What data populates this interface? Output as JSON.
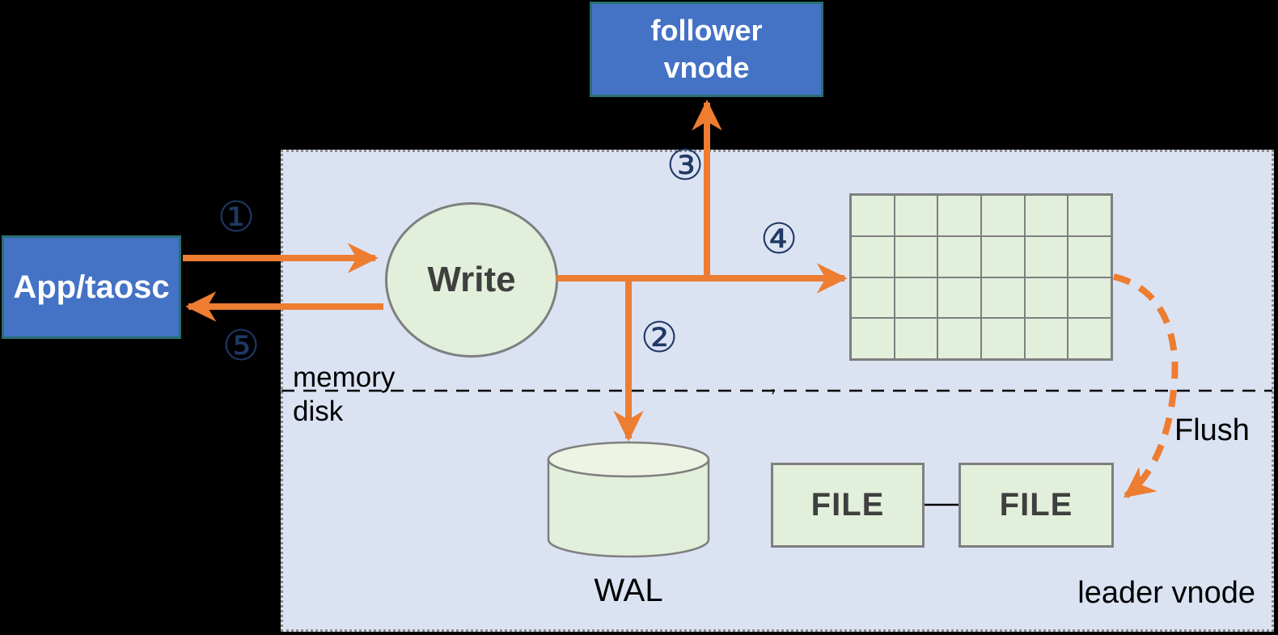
{
  "colors": {
    "background": "#000000",
    "container_fill": "#DBE3F3",
    "container_border": "#8C8C8C",
    "node_blue_fill": "#4472C4",
    "node_blue_border": "#2A6F74",
    "node_green_fill": "#E2EFDA",
    "node_green_border": "#7F7F7F",
    "arrow_orange": "#ED7D31",
    "step_number_navy": "#1F3864",
    "node_text_dark": "#3F3F3F"
  },
  "nodes": {
    "app": {
      "label": "App/taosc"
    },
    "follower_vnode": {
      "label": "follower\nvnode"
    },
    "write": {
      "label": "Write"
    },
    "wal": {
      "label": "WAL"
    },
    "file_left": {
      "label": "FILE"
    },
    "file_right": {
      "label": "FILE"
    }
  },
  "labels": {
    "memory": "memory",
    "disk": "disk",
    "flush": "Flush",
    "leader_vnode": "leader vnode",
    "stray_mark": ","
  },
  "steps": [
    {
      "label": "①"
    },
    {
      "label": "②"
    },
    {
      "label": "③"
    },
    {
      "label": "④"
    },
    {
      "label": "⑤"
    }
  ],
  "memtable_grid": {
    "rows": 4,
    "cols": 6
  }
}
